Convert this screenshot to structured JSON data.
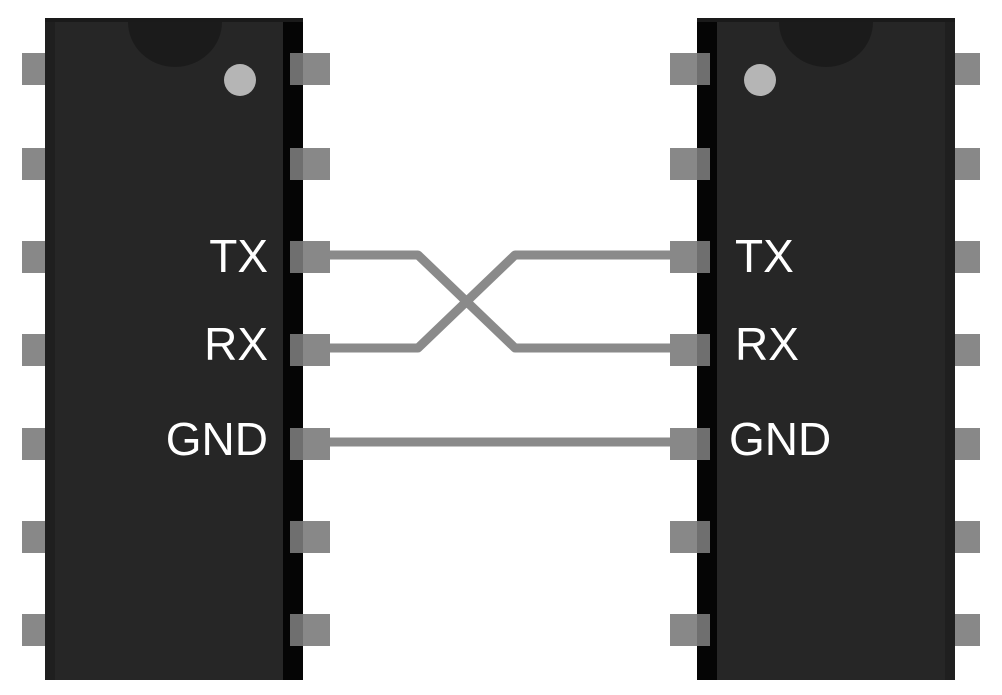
{
  "colors": {
    "chip_body": "#262626",
    "chip_body_dark": "#161616",
    "chip_edge": "#000000",
    "notch": "#1b1b1b",
    "pin": "#888888",
    "pin_dark": "#6f6f6f",
    "dot": "#b5b5b5",
    "wire": "#8a8a8a",
    "label": "#ffffff",
    "background": "#ffffff"
  },
  "chips": {
    "left": {
      "labels": {
        "tx": "TX",
        "rx": "RX",
        "gnd": "GND"
      }
    },
    "right": {
      "labels": {
        "tx": "TX",
        "rx": "RX",
        "gnd": "GND"
      }
    }
  },
  "connections": [
    {
      "from": "left.TX",
      "to": "right.RX"
    },
    {
      "from": "left.RX",
      "to": "right.TX"
    },
    {
      "from": "left.GND",
      "to": "right.GND"
    }
  ]
}
